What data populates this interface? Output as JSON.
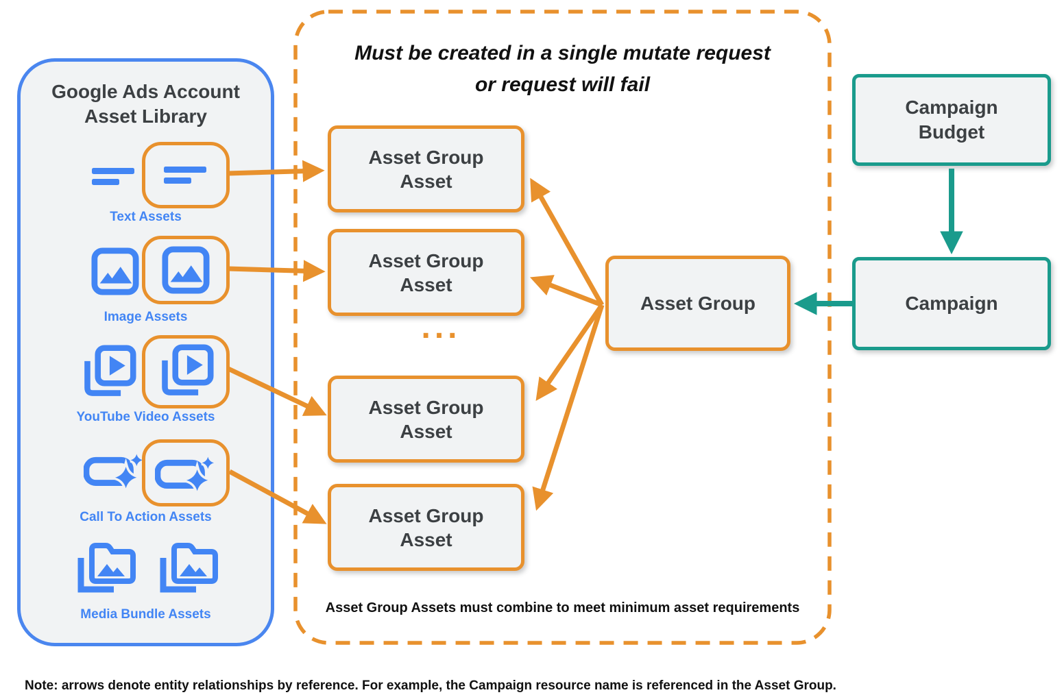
{
  "colors": {
    "orange": "#E8912D",
    "blue": "#4A86EF",
    "icon_blue": "#4285F4",
    "teal": "#1A9B8C",
    "panel_fill": "#F1F3F4",
    "dark_text": "#3C4043",
    "black_text": "#111111"
  },
  "library": {
    "title_line1": "Google Ads Account",
    "title_line2": "Asset Library",
    "items": [
      {
        "label": "Text Assets",
        "icon": "text-lines-icon"
      },
      {
        "label": "Image Assets",
        "icon": "image-icon"
      },
      {
        "label": "YouTube Video  Assets",
        "icon": "youtube-video-icon"
      },
      {
        "label": "Call To Action Assets",
        "icon": "call-to-action-icon"
      },
      {
        "label": "Media Bundle  Assets",
        "icon": "media-bundle-icon"
      }
    ]
  },
  "mutate_panel": {
    "title_line1": "Must be created in a single mutate request",
    "title_line2": "or request will fail",
    "boxes": [
      {
        "line1": "Asset Group",
        "line2": "Asset"
      },
      {
        "line1": "Asset Group",
        "line2": "Asset"
      },
      {
        "line1": "Asset Group",
        "line2": "Asset"
      },
      {
        "line1": "Asset Group",
        "line2": "Asset"
      }
    ],
    "ellipsis": "...",
    "caption": "Asset Group Assets must combine to meet minimum asset requirements"
  },
  "asset_group": {
    "label": "Asset Group"
  },
  "campaign_budget": {
    "line1": "Campaign",
    "line2": "Budget"
  },
  "campaign": {
    "label": "Campaign"
  },
  "note": "Note: arrows denote entity relationships by reference. For example, the Campaign resource name is referenced in the Asset Group."
}
